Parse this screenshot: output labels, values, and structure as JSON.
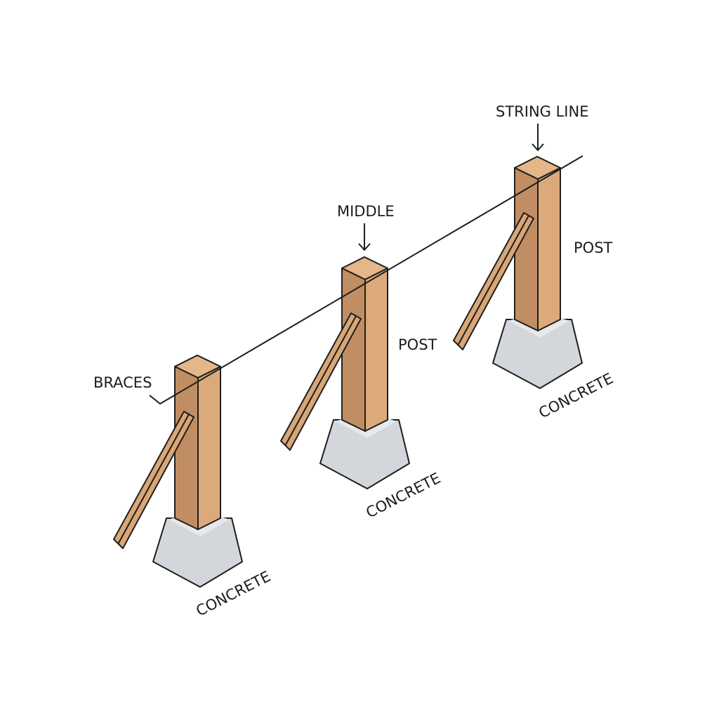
{
  "labels": {
    "string_line": "STRING LINE",
    "middle": "MIDDLE",
    "post_middle": "POST",
    "post_right": "POST",
    "braces": "BRACES",
    "concrete_left": "CONCRETE",
    "concrete_middle": "CONCRETE",
    "concrete_right": "CONCRETE"
  },
  "colors": {
    "post_left_face": "#c18e64",
    "post_right_face": "#dcaa7a",
    "post_top": "#e4b688",
    "brace": "#d9a676",
    "concrete": "#d3d6da",
    "concrete_top": "#e6e8ea",
    "line": "#1e1e1e"
  }
}
